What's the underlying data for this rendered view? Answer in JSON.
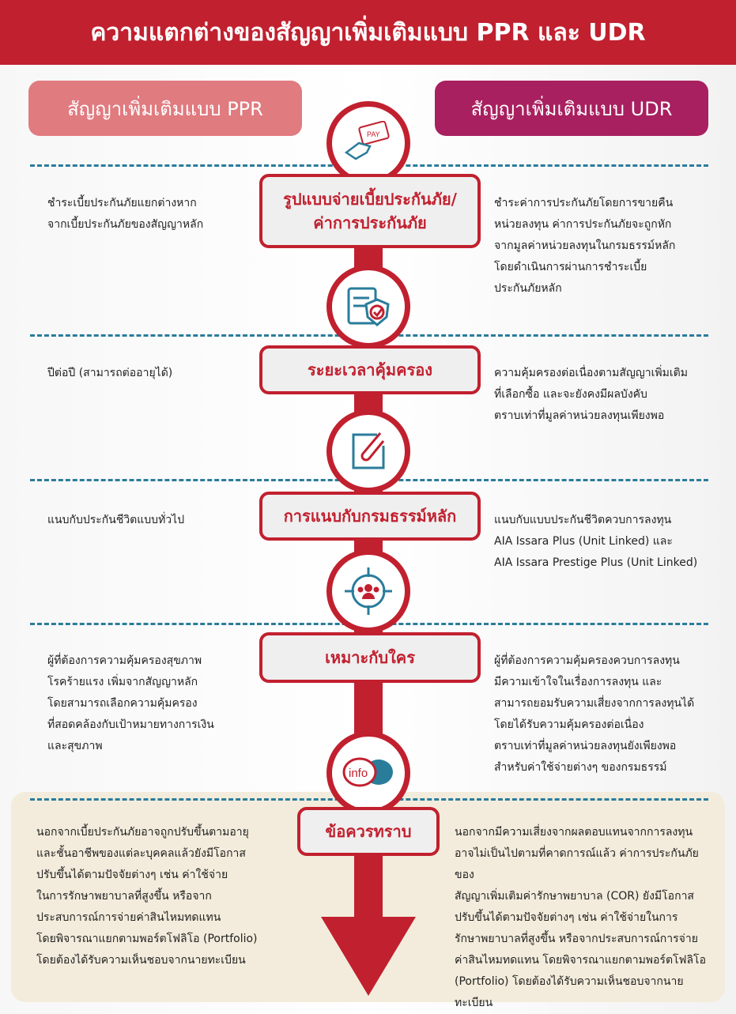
{
  "title": "ความแตกต่างของสัญญาเพิ่มเติมแบบ PPR และ UDR",
  "left_header": "สัญญาเพิ่มเติมแบบ PPR",
  "right_header": "สัญญาเพิ่มเติมแบบ UDR",
  "colors": {
    "red": "#c1202f",
    "ppr": "#e07b80",
    "udr": "#a8205f",
    "blue": "#2a7c9b",
    "panel": "#f3ecdc"
  },
  "pay_icon_text": "PAY",
  "info_icon_text": "info",
  "rows": [
    {
      "label": [
        "รูปแบบจ่ายเบี้ยประกันภัย/",
        "ค่าการประกันภัย"
      ],
      "ppr": [
        "ชำระเบี้ยประกันภัยแยกต่างหาก",
        "จากเบี้ยประกันภัยของสัญญาหลัก"
      ],
      "udr": [
        "ชำระค่าการประกันภัยโดยการขายคืน",
        "หน่วยลงทุน ค่าการประกันภัยจะถูกหัก",
        "จากมูลค่าหน่วยลงทุนในกรมธรรม์หลัก",
        "โดยดำเนินการผ่านการชำระเบี้ย",
        "ประกันภัยหลัก"
      ]
    },
    {
      "label": [
        "ระยะเวลาคุ้มครอง"
      ],
      "ppr": [
        "ปีต่อปี (สามารถต่ออายุได้)"
      ],
      "udr": [
        "ความคุ้มครองต่อเนื่องตามสัญญาเพิ่มเติม",
        "ที่เลือกซื้อ และจะยังคงมีผลบังคับ",
        "ตราบเท่าที่มูลค่าหน่วยลงทุนเพียงพอ"
      ]
    },
    {
      "label": [
        "การแนบกับกรมธรรม์หลัก"
      ],
      "ppr": [
        "แนบกับประกันชีวิตแบบทั่วไป"
      ],
      "udr": [
        "แนบกับแบบประกันชีวิตควบการลงทุน",
        "AIA Issara Plus (Unit Linked) และ",
        "AIA Issara Prestige Plus (Unit Linked)"
      ]
    },
    {
      "label": [
        "เหมาะกับใคร"
      ],
      "ppr": [
        "ผู้ที่ต้องการความคุ้มครองสุขภาพ",
        "โรคร้ายแรง เพิ่มจากสัญญาหลัก",
        "โดยสามารถเลือกความคุ้มครอง",
        "ที่สอดคล้องกับเป้าหมายทางการเงิน",
        "และสุขภาพ"
      ],
      "udr": [
        "ผู้ที่ต้องการความคุ้มครองควบการลงทุน",
        "มีความเข้าใจในเรื่องการลงทุน และ",
        "สามารถยอมรับความเสี่ยงจากการลงทุนได้",
        "โดยได้รับความคุ้มครองต่อเนื่อง",
        "ตราบเท่าที่มูลค่าหน่วยลงทุนยังเพียงพอ",
        "สำหรับค่าใช้จ่ายต่างๆ ของกรมธรรม์"
      ]
    },
    {
      "label": [
        "ข้อควรทราบ"
      ],
      "ppr": [
        "นอกจากเบี้ยประกันภัยอาจถูกปรับขึ้นตามอายุ",
        "และชั้นอาชีพของแต่ละบุคคลแล้วยังมีโอกาส",
        "ปรับขึ้นได้ตามปัจจัยต่างๆ เช่น ค่าใช้จ่าย",
        "ในการรักษาพยาบาลที่สูงขึ้น หรือจาก",
        "ประสบการณ์การจ่ายค่าสินไหมทดแทน",
        "โดยพิจารณาแยกตามพอร์ตโฟลิโอ (Portfolio)",
        "โดยต้องได้รับความเห็นชอบจากนายทะเบียน"
      ],
      "udr": [
        "นอกจากมีความเสี่ยงจากผลตอบแทนจากการลงทุน",
        "อาจไม่เป็นไปตามที่คาดการณ์แล้ว ค่าการประกันภัยของ",
        "สัญญาเพิ่มเติมค่ารักษาพยาบาล (COR) ยังมีโอกาส",
        "ปรับขึ้นได้ตามปัจจัยต่างๆ เช่น ค่าใช้จ่ายในการ",
        "รักษาพยาบาลที่สูงขึ้น หรือจากประสบการณ์การจ่าย",
        "ค่าสินไหมทดแทน โดยพิจารณาแยกตามพอร์ตโฟลิโอ",
        "(Portfolio) โดยต้องได้รับความเห็นชอบจากนายทะเบียน"
      ]
    }
  ]
}
